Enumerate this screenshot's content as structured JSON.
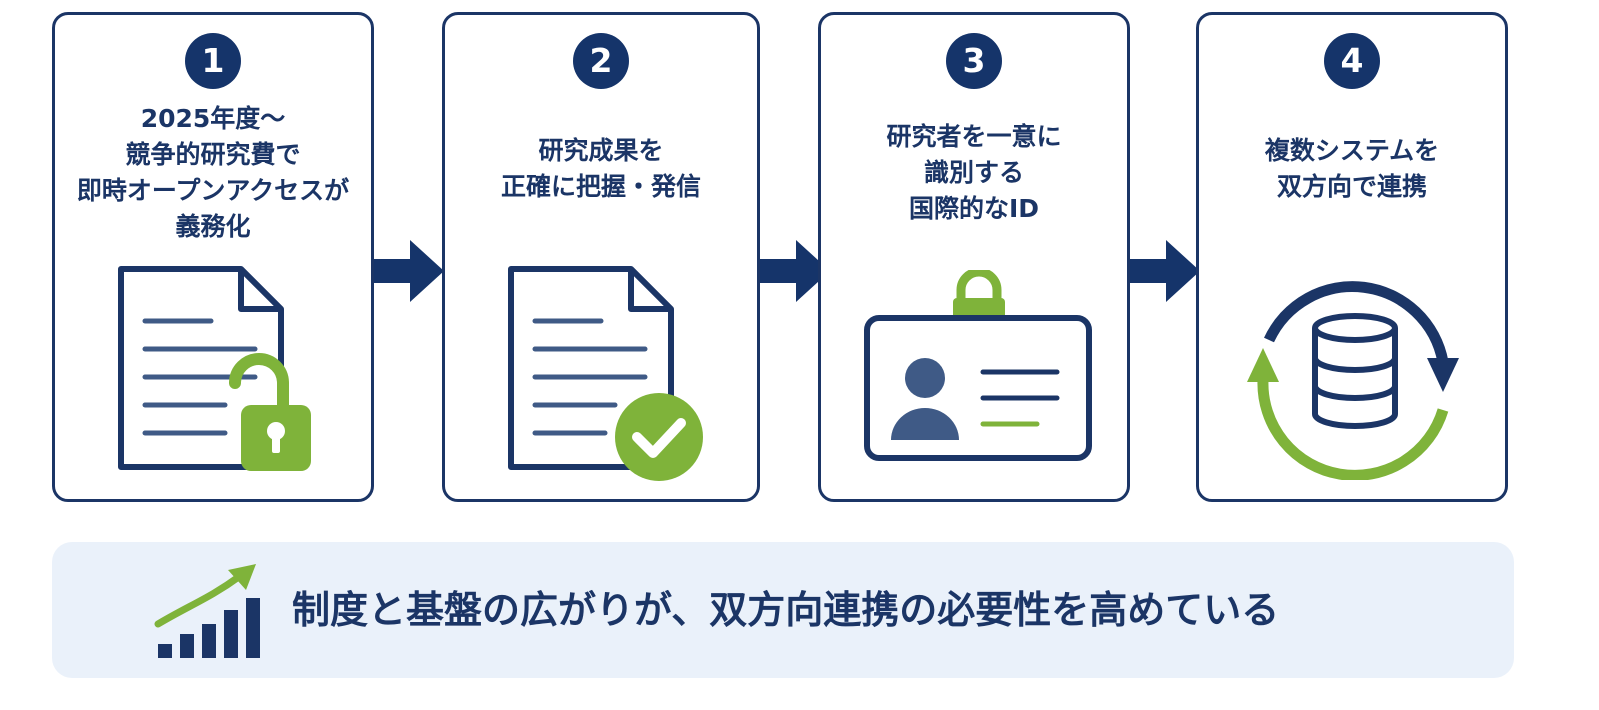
{
  "steps": [
    {
      "number": "1",
      "title_lines": [
        "2025年度～",
        "競争的研究費で",
        "即時オープンアクセスが",
        "義務化"
      ],
      "icon": "document-unlocked-icon"
    },
    {
      "number": "2",
      "title_lines": [
        "研究成果を",
        "正確に把握・発信"
      ],
      "icon": "document-check-icon"
    },
    {
      "number": "3",
      "title_lines": [
        "研究者を一意に",
        "識別する",
        "国際的なID"
      ],
      "icon": "id-badge-icon"
    },
    {
      "number": "4",
      "title_lines": [
        "複数システムを",
        "双方向で連携"
      ],
      "icon": "database-sync-icon"
    }
  ],
  "summary": {
    "text": "制度と基盤の広がりが、双方向連携の必要性を高めている",
    "icon": "growth-chart-icon"
  },
  "colors": {
    "navy": "#1b3566",
    "green": "#7fb33a",
    "summary_bg": "#eaf1fa"
  }
}
